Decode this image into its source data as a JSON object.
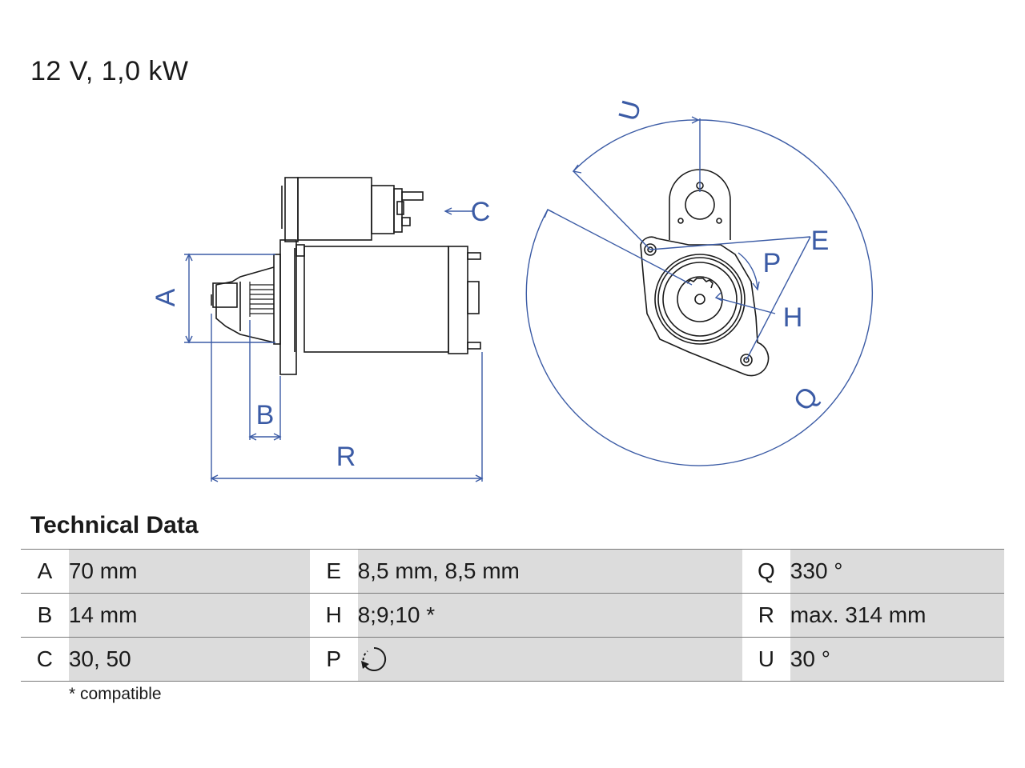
{
  "title": "12 V, 1,0 kW",
  "drawing": {
    "labels": {
      "A": "A",
      "B": "B",
      "C": "C",
      "R": "R",
      "U": "U",
      "E": "E",
      "P": "P",
      "H": "H",
      "Q": "Q"
    },
    "line_color": "#3b5ba5"
  },
  "technical_data": {
    "heading": "Technical Data",
    "rows": [
      [
        {
          "key": "A",
          "value": "70 mm"
        },
        {
          "key": "E",
          "value": "8,5 mm, 8,5 mm"
        },
        {
          "key": "Q",
          "value": "330 °"
        }
      ],
      [
        {
          "key": "B",
          "value": "14 mm"
        },
        {
          "key": "H",
          "value": "8;9;10 *"
        },
        {
          "key": "R",
          "value": "max. 314 mm"
        }
      ],
      [
        {
          "key": "C",
          "value": "30, 50"
        },
        {
          "key": "P",
          "value": "",
          "icon": "clockwise-rotation-icon"
        },
        {
          "key": "U",
          "value": "30 °"
        }
      ]
    ],
    "footnote": "* compatible"
  }
}
